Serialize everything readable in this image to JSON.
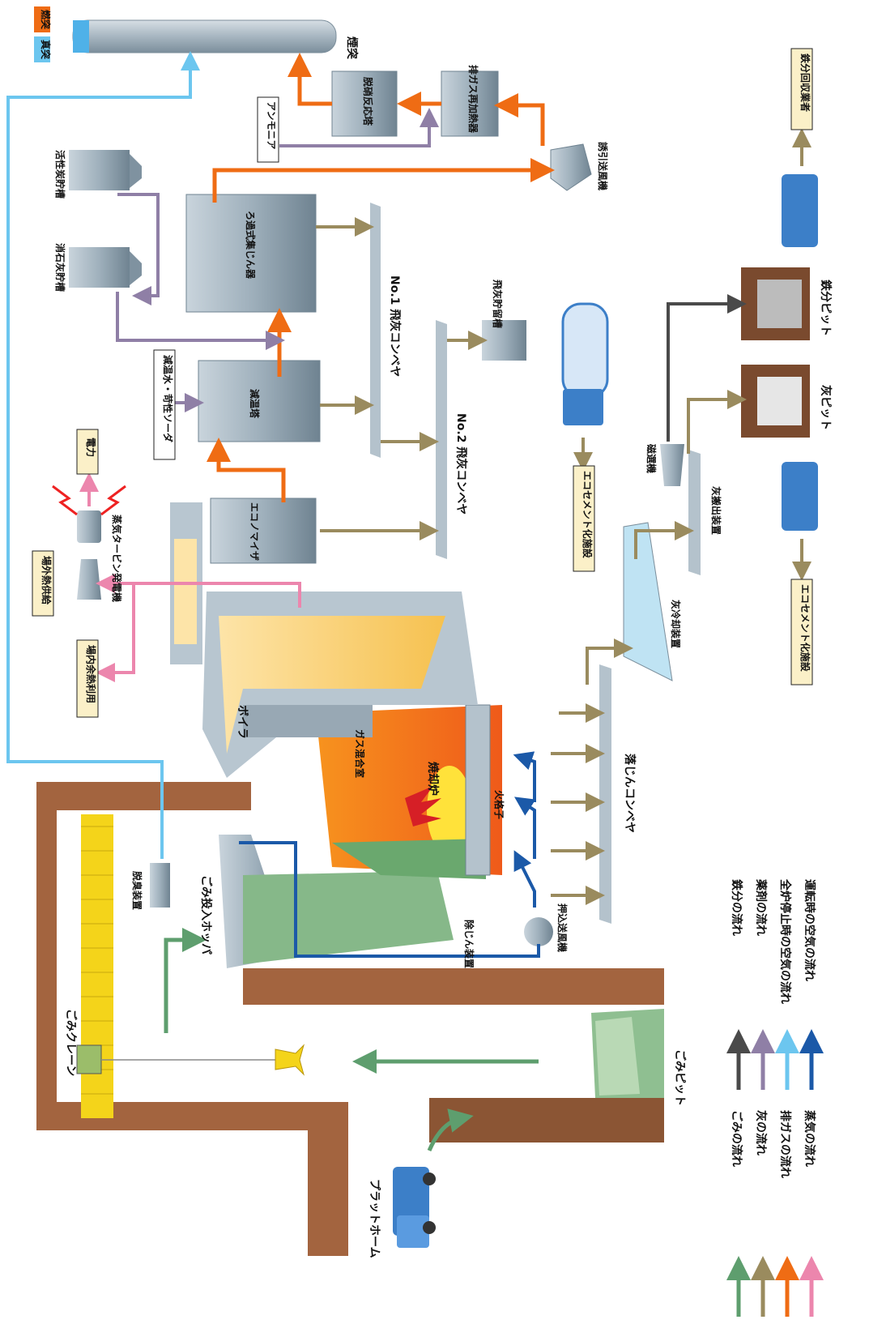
{
  "colors": {
    "garbage": "#5e9e6e",
    "ash": "#9a8b5e",
    "exhaust": "#ef6c14",
    "steam": "#ec86ad",
    "iron": "#4a4a4a",
    "chemical": "#8f7fa6",
    "air_stop": "#6cc6ef",
    "air_run": "#1b59a8",
    "wall": "#a3643f",
    "metal": "#9aa9b4",
    "label_box": "#fbf0c8"
  },
  "labels": {
    "chimney": "煙突",
    "exhaust_tip": "燃突",
    "intake_tip": "真突",
    "catalyst": "脱硝反応塔",
    "reheater": "排ガス再加熱器",
    "induced_fan": "誘引送風機",
    "ammonia": "アンモニア",
    "activated_carbon": "活性炭貯槽",
    "slaked_lime": "消石灰貯槽",
    "bag_filter": "ろ過式集じん器",
    "conveyor_no1": "No.1 飛灰コンベヤ",
    "conveyor_no2": "No.2 飛灰コンベヤ",
    "fly_ash_tank": "飛灰貯留槽",
    "cooling_tower": "減温塔",
    "cooling_chem": "減温水・苛性ソーダ",
    "economizer": "エコノマイザ",
    "power": "電力",
    "turbine": "蒸気タービン発電機",
    "offsite_heat": "場外熱供給",
    "onsite_heat": "場内余熱利用",
    "boiler": "ボイラ",
    "gas_mixing": "ガス混合室",
    "furnace": "焼却炉",
    "grate": "火格子",
    "ash_conveyor": "落じんコンベヤ",
    "ash_cooler": "灰冷却装置",
    "ash_unloader": "灰搬出装置",
    "magnet": "磁選機",
    "ash_pit": "灰ピット",
    "iron_pit": "鉄分ピット",
    "eco_cement_1": "エコセメント化施設",
    "eco_cement_2": "エコセメント化施設",
    "iron_recovery": "鉄分回収業者",
    "deodorizer": "脱臭装置",
    "hopper": "ごみ投入ホッパ",
    "crane": "ごみクレーン",
    "garbage_pit": "ごみピット",
    "platform": "プラットホーム",
    "forced_fan": "押込送風機",
    "dust_remover": "除じん装置"
  },
  "legend": [
    {
      "label": "ごみの流れ",
      "color": "#5e9e6e"
    },
    {
      "label": "灰の流れ",
      "color": "#9a8b5e"
    },
    {
      "label": "排ガスの流れ",
      "color": "#ef6c14"
    },
    {
      "label": "蒸気の流れ",
      "color": "#ec86ad"
    },
    {
      "label": "鉄分の流れ",
      "color": "#4a4a4a"
    },
    {
      "label": "薬剤の流れ",
      "color": "#8f7fa6"
    },
    {
      "label": "全炉停止時の空気の流れ",
      "color": "#6cc6ef"
    },
    {
      "label": "運転時の空気の流れ",
      "color": "#1b59a8"
    }
  ]
}
